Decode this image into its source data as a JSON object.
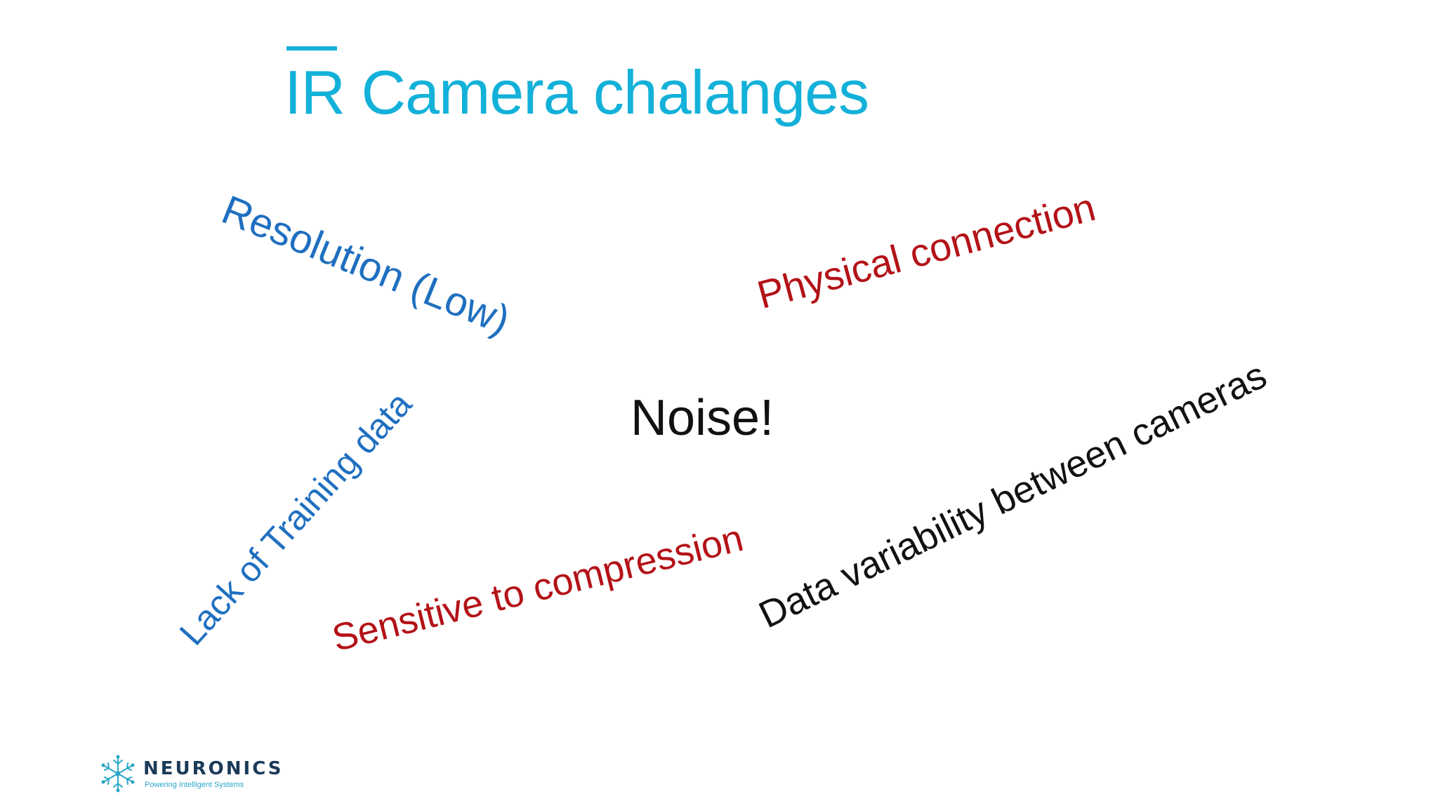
{
  "slide": {
    "title": "IR Camera chalanges",
    "words": {
      "resolution": "Resolution (Low)",
      "physical": "Physical connection",
      "noise": "Noise!",
      "training": "Lack of Training data",
      "compression": "Sensitive to compression",
      "variability": "Data variability between cameras"
    },
    "colors": {
      "title": "#13b1d9",
      "blue": "#1f6fc0",
      "red": "#b31217",
      "black": "#111111"
    }
  },
  "logo": {
    "name": "NEURONICS",
    "tagline": "Powering Intelligent Systems",
    "icon": "snowflake-network-icon"
  }
}
